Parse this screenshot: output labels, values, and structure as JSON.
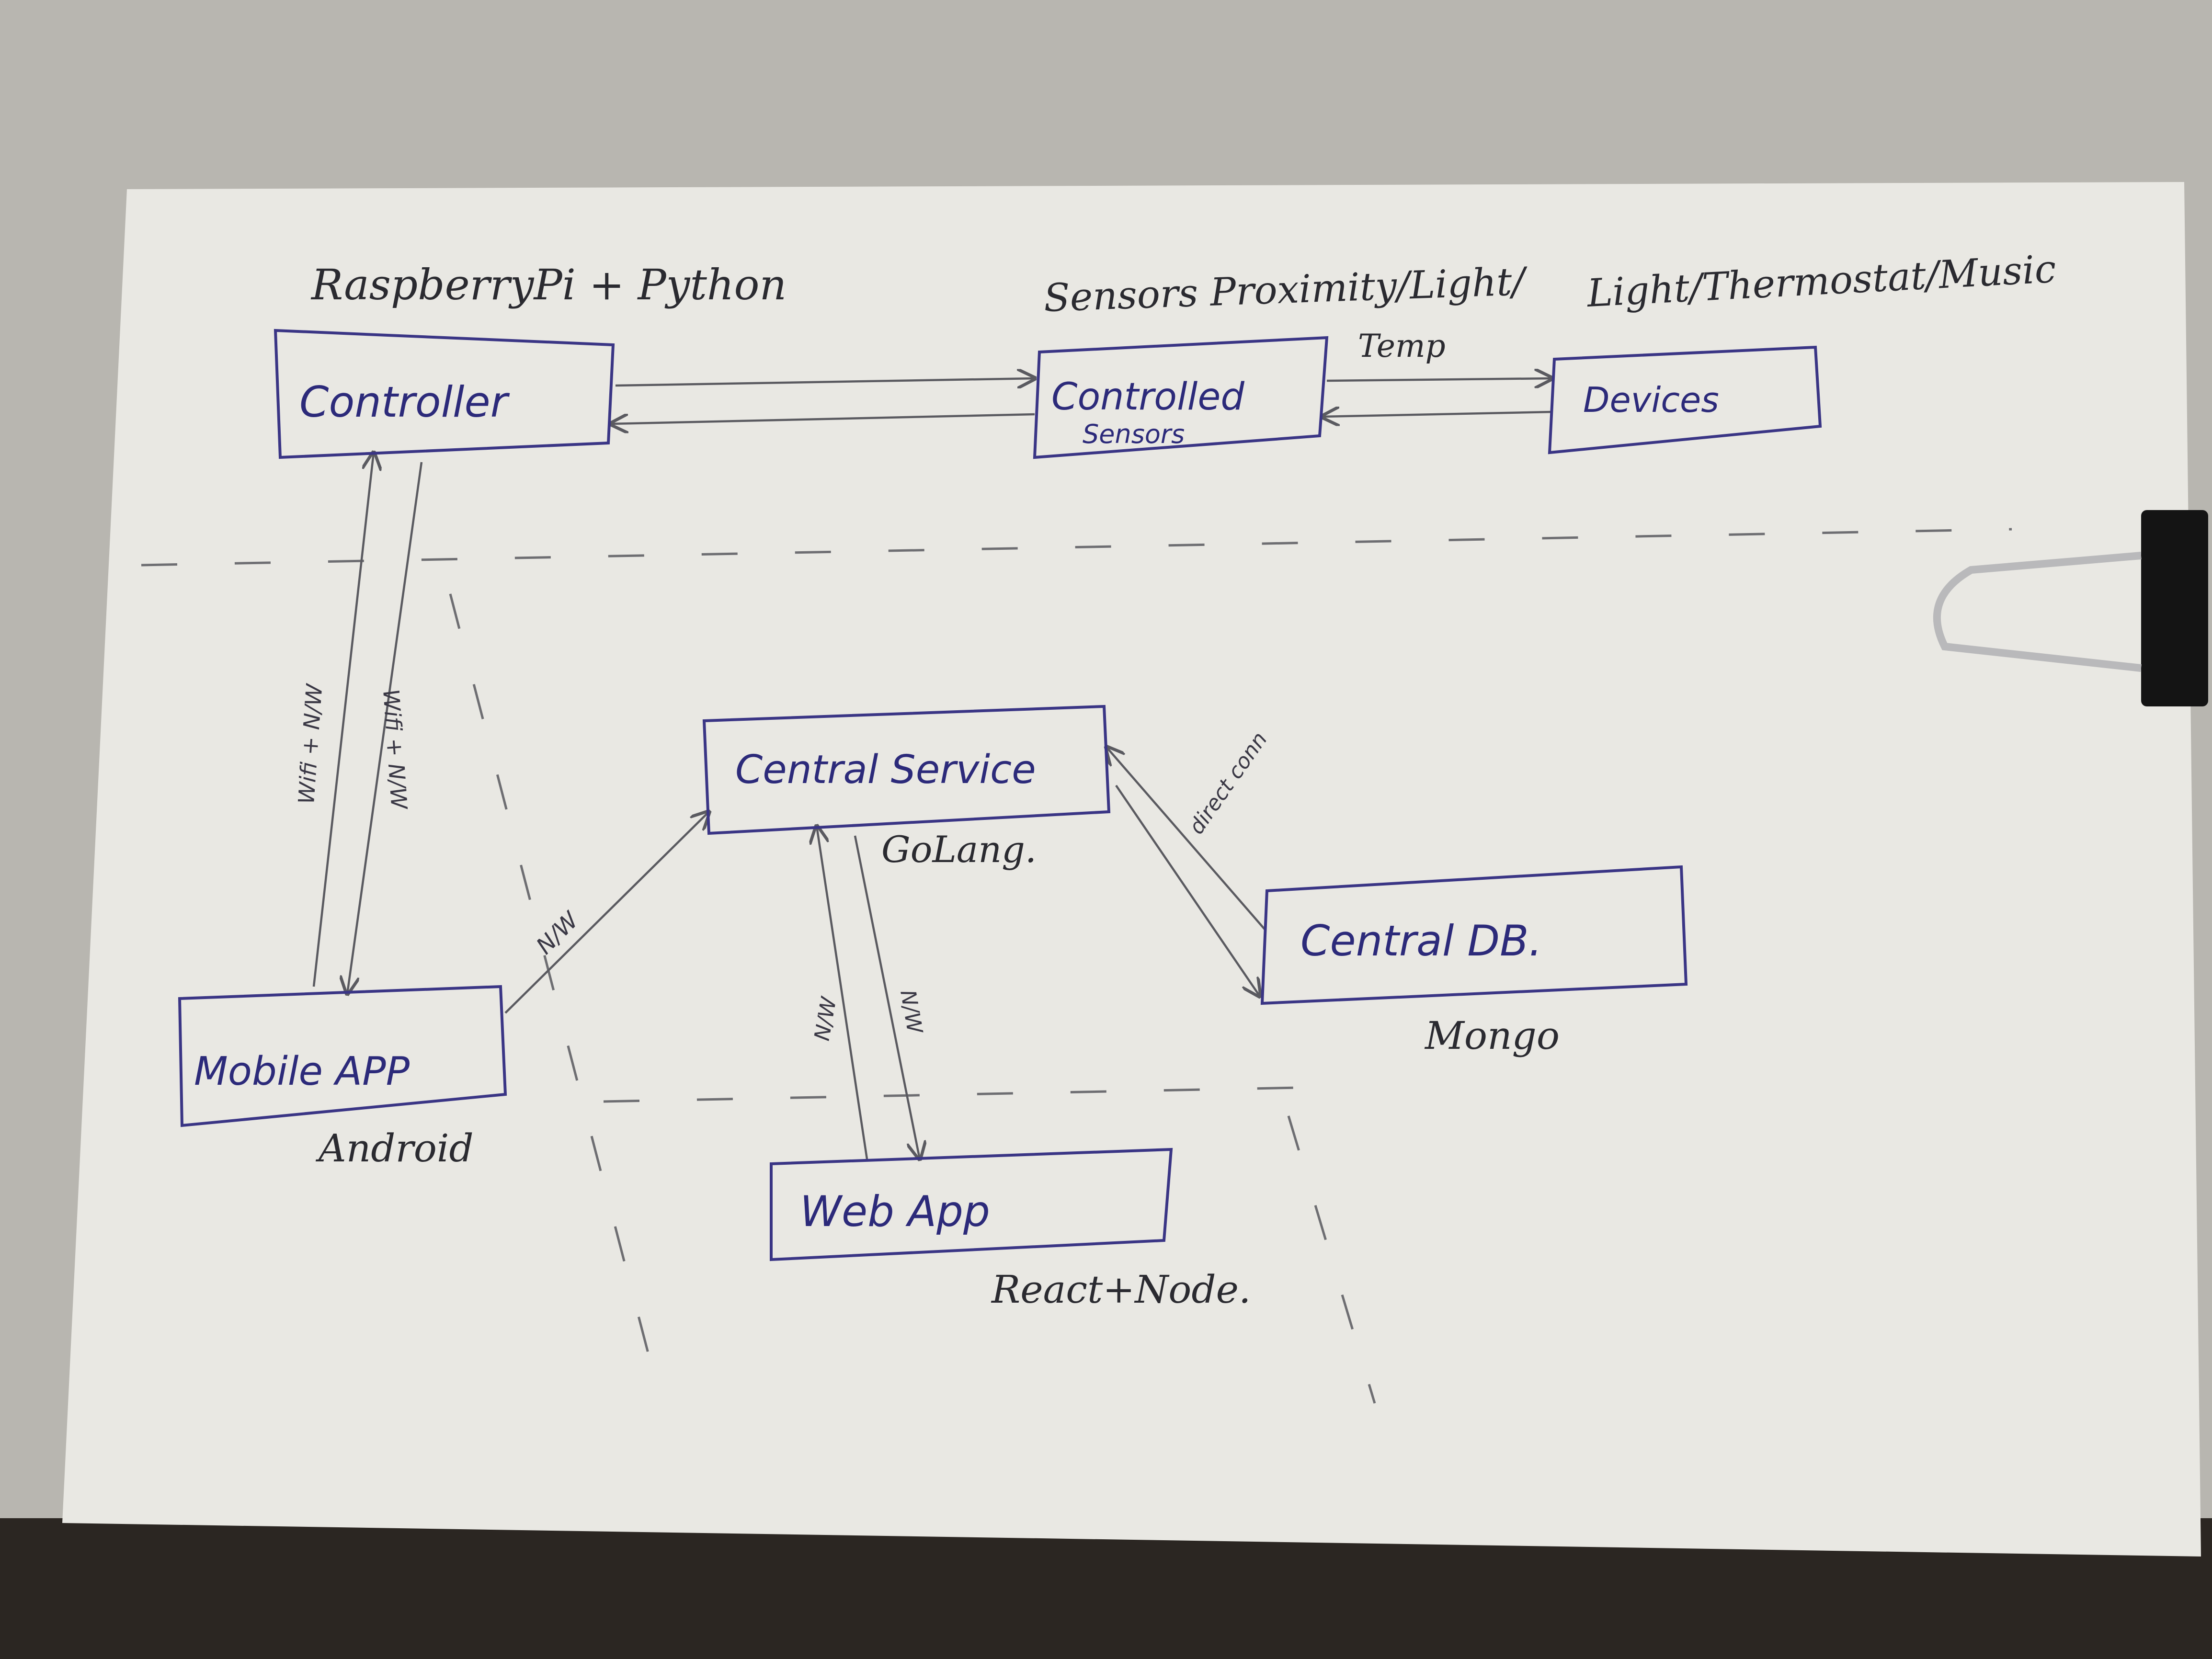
{
  "colors": {
    "background": "#b8b6b0",
    "paper": "#e9e8e3",
    "box_ink": "#3a3585",
    "pencil": "#5a5a60"
  },
  "annotations": {
    "controller_tech": "RaspberryPi + Python",
    "sensor_types_1": "Sensors Proximity/Light/",
    "sensor_types_2": "Temp",
    "device_types": "Light/Thermostat/Music",
    "central_service_tech": "GoLang.",
    "db_tech": "Mongo",
    "mobile_tech": "Android",
    "web_tech": "React+Node."
  },
  "boxes": {
    "controller": "Controller",
    "sensors_1": "Controlled",
    "sensors_2": "Sensors",
    "devices": "Devices",
    "central_service": "Central Service",
    "central_db": "Central DB.",
    "mobile_app": "Mobile APP",
    "web_app": "Web App"
  },
  "edge_labels": {
    "mobile_controller_up": "Wifi + N/W",
    "mobile_controller_down": "Wifi + N/W",
    "mobile_service": "N/W",
    "web_service_up": "N/W",
    "web_service_down": "N/W",
    "service_db": "direct conn"
  }
}
